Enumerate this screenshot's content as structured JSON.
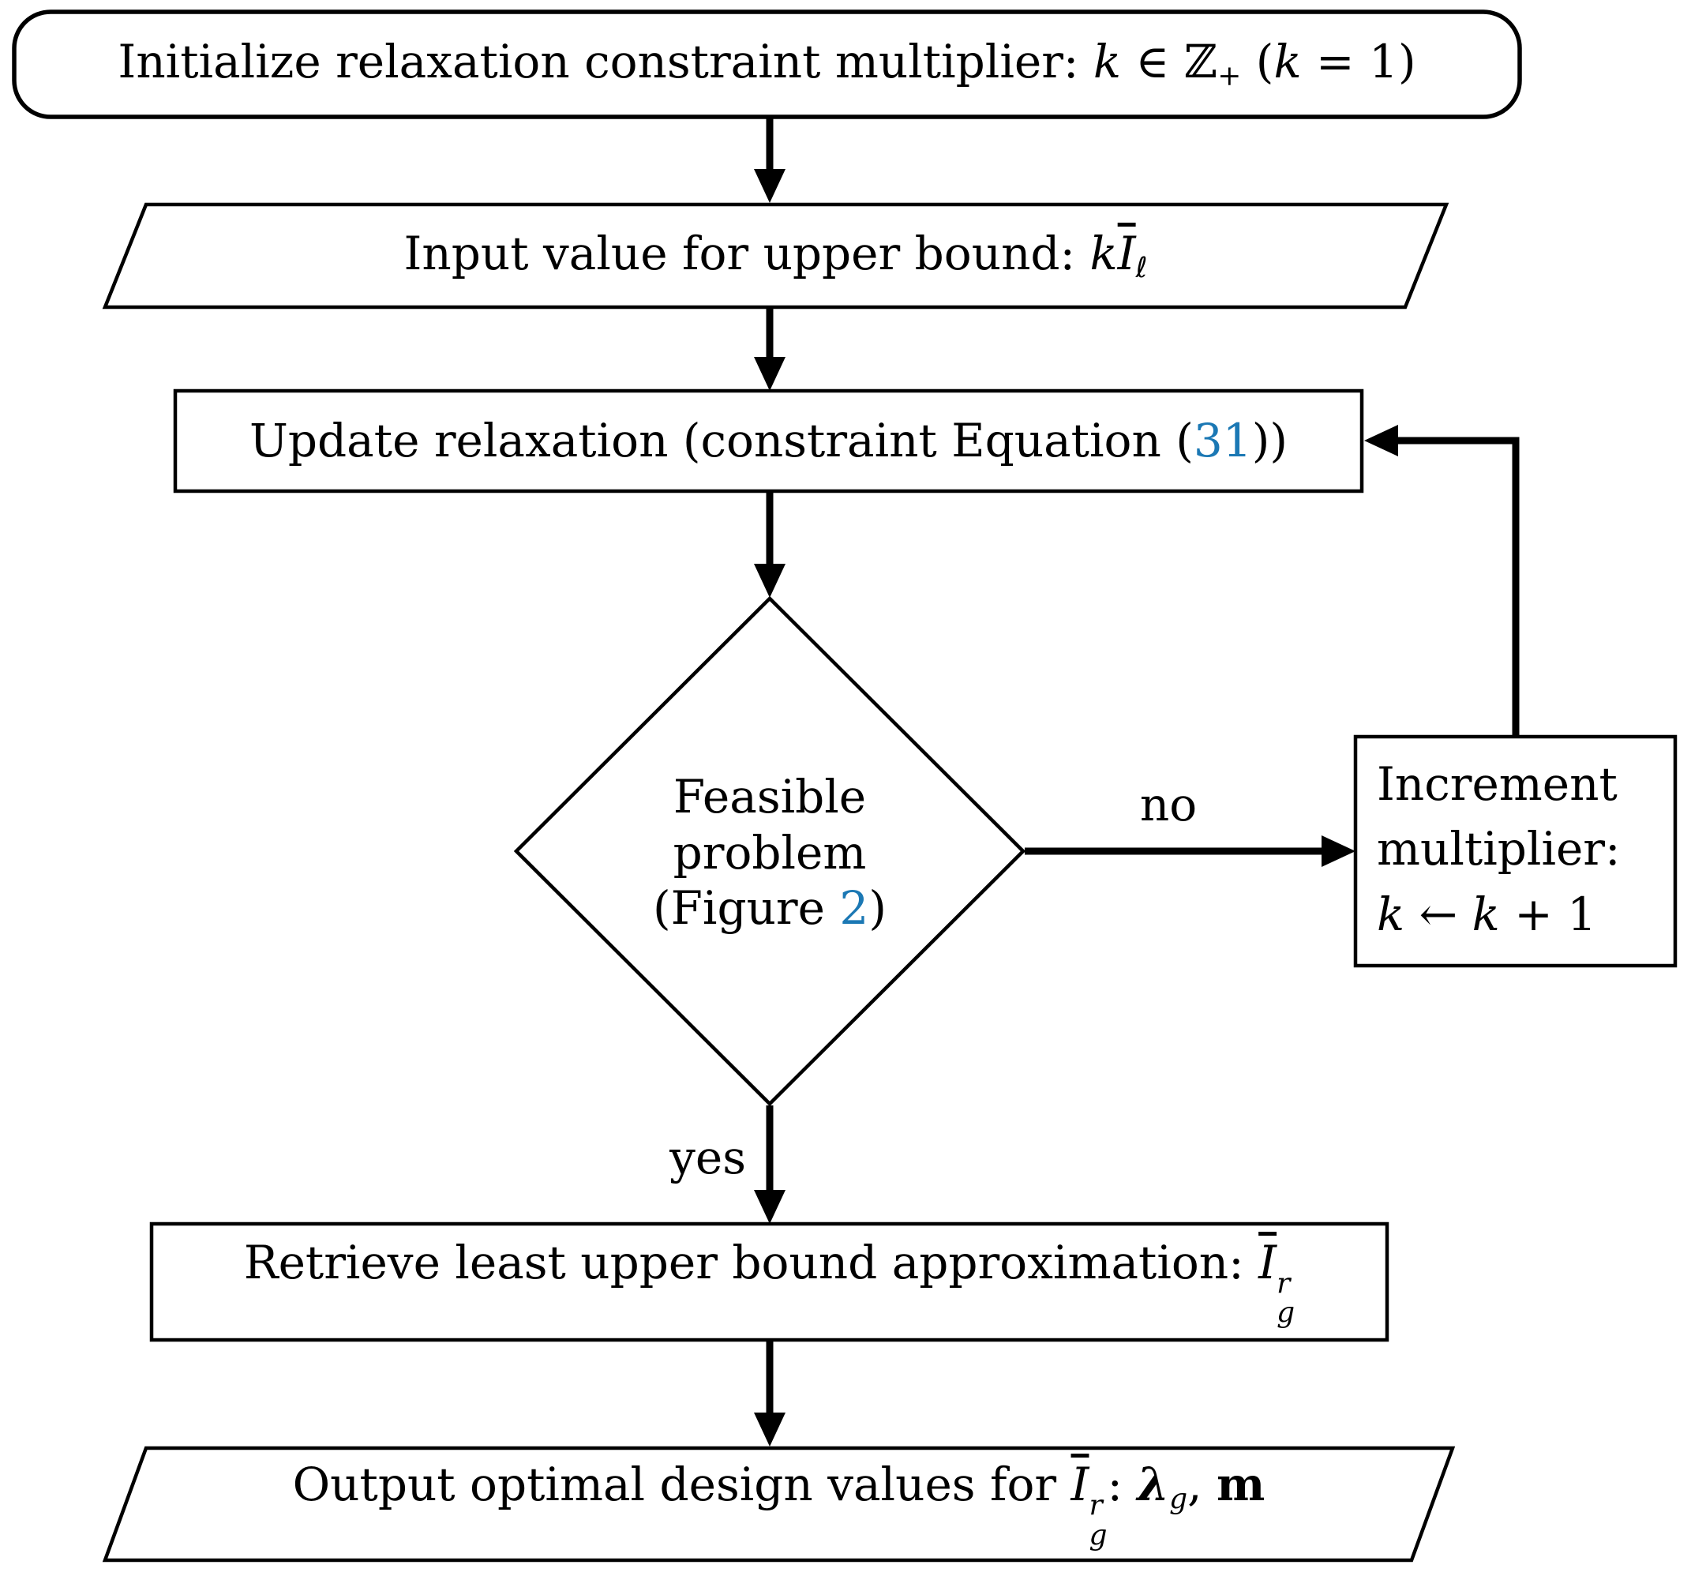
{
  "palette": {
    "ink": "#000000",
    "link_blue": "#1B78B4",
    "background": "#FFFFFF"
  },
  "nodes": {
    "init": {
      "text": "Initialize relaxation constraint multiplier: ",
      "k": "k",
      "elem": " ∈ ",
      "zset": "ℤ",
      "zsub": "+",
      "open": " (",
      "k2": "k",
      "rest": " = 1)"
    },
    "input": {
      "text": "Input value for upper bound: ",
      "k": "k",
      "ibar": "I",
      "lsub": "ℓ"
    },
    "update": {
      "pre": "Update relaxation (constraint Equation (",
      "ref": "31",
      "post": "))"
    },
    "decision": {
      "line1": "Feasible",
      "line2": "problem",
      "line3_pre": "(Figure ",
      "ref": "2",
      "line3_post": ")"
    },
    "increment": {
      "line1": "Increment",
      "line2": "multiplier:",
      "k1": "k",
      "assign": " ← ",
      "k2": "k",
      "plus": " + 1"
    },
    "retrieve": {
      "text": "Retrieve least upper bound approximation: ",
      "ibar": "I",
      "sup": "r",
      "sub": "g"
    },
    "output": {
      "text": "Output optimal design values for ",
      "ibar": "I",
      "sup": "r",
      "sub": "g",
      "colon": ": ",
      "lambda": "λ",
      "lambda_sub": "g",
      "comma": ", ",
      "m": "m"
    }
  },
  "edge_labels": {
    "no": "no",
    "yes": "yes"
  }
}
